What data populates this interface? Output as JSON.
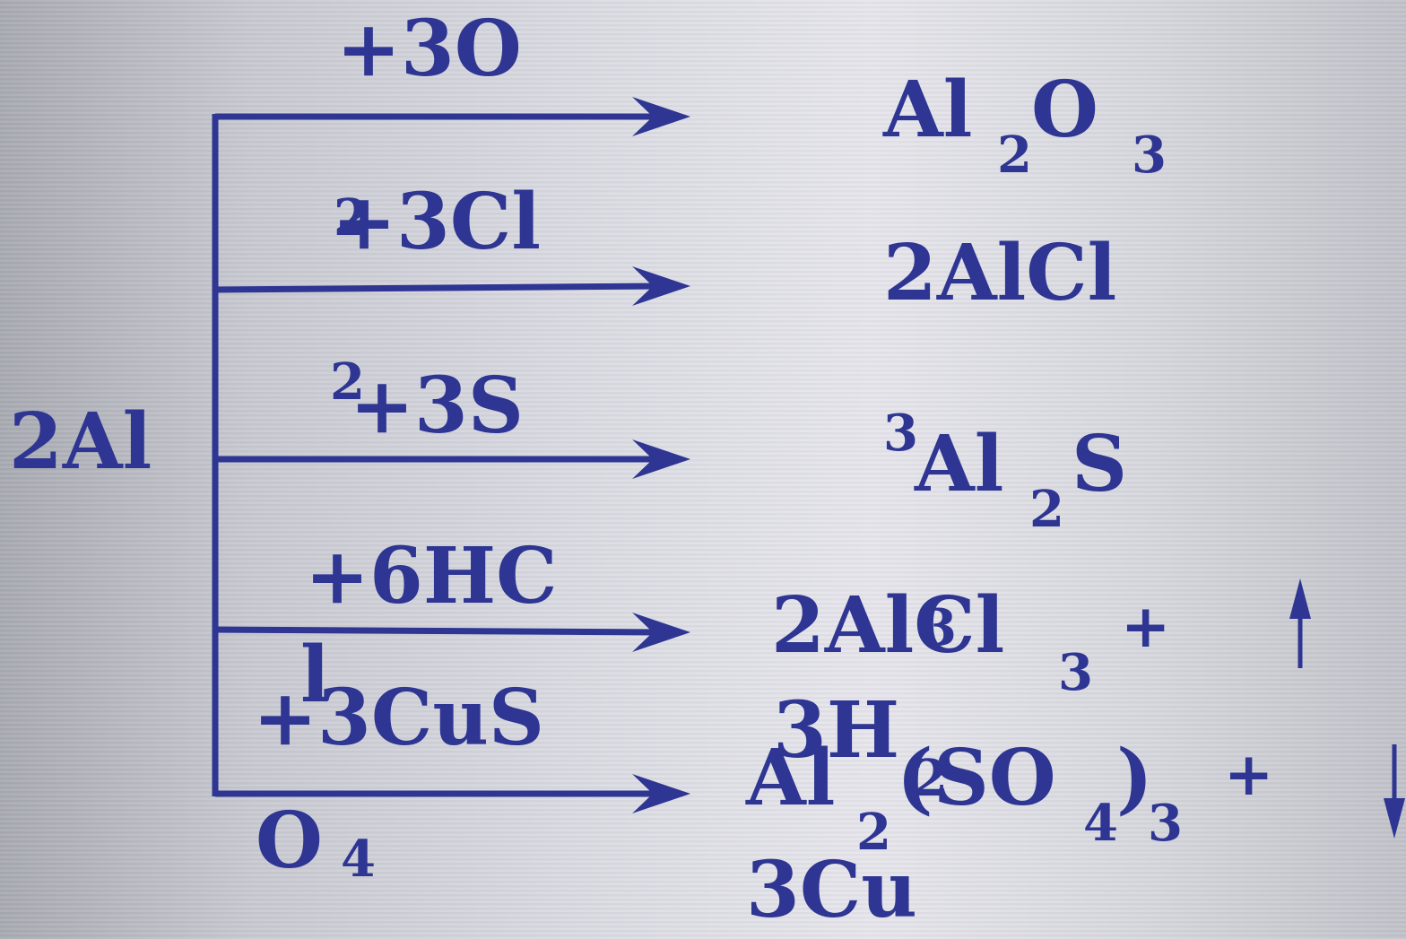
{
  "reactant": "2Al",
  "reactions": [
    {
      "reagent": "+3O",
      "reagent_prefix": "",
      "product_main": "Al",
      "product_sub1": "2",
      "product_mid": "O",
      "product_sub2": "3"
    },
    {
      "reagent": "+3Cl",
      "reagent_prefix": "2",
      "product_main": "2AlCl",
      "product_sub1": "",
      "product_mid": "",
      "product_sub2": ""
    },
    {
      "reagent": "+3S",
      "reagent_prefix": "2",
      "product_sup": "3",
      "product_main": "Al",
      "product_sub1": "2",
      "product_mid": "S"
    },
    {
      "reagent": "+6HC",
      "reagent_cont": "l",
      "product_main": "2AlCl",
      "product_sub1": "3",
      "product_overlay": "3",
      "product_plus": "+",
      "gas_product": "3H",
      "gas_sub": "2",
      "arrow": "↑"
    },
    {
      "reagent": "+3CuS",
      "reagent_cont": "O",
      "reagent_sub": "4",
      "product_main": "Al",
      "product_sub1": "2",
      "product_mid": "(SO",
      "product_sub2": "4",
      "product_mid2": ")",
      "product_sub3": "3",
      "product_plus": "+",
      "precip_product": "3Cu",
      "arrow": "↓"
    }
  ],
  "colors": {
    "ink": "#2e3592"
  }
}
